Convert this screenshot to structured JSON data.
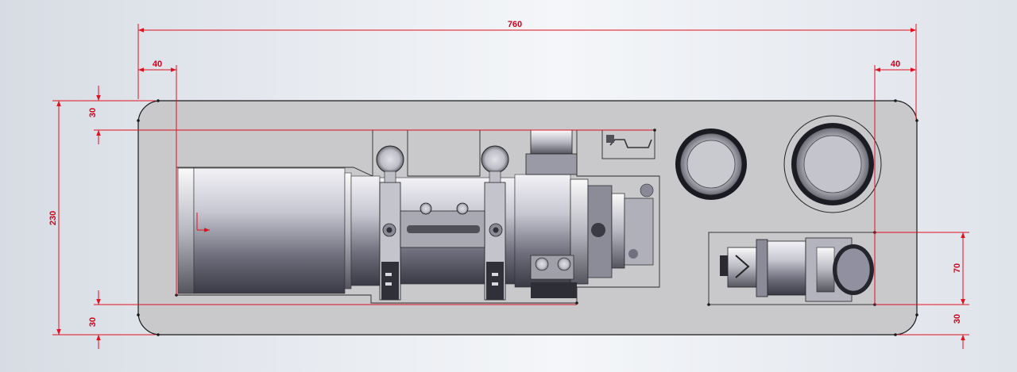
{
  "dimensions": {
    "overall_width": "760",
    "left_margin": "40",
    "right_margin": "40",
    "overall_height": "230",
    "top_margin": "30",
    "bottom_margin_left": "30",
    "bottom_margin_right": "30",
    "eyepiece_pocket_height": "70"
  },
  "colors": {
    "dimension": "#d0021b",
    "board": "#c9c9cc",
    "edge": "#1a1a1a"
  }
}
